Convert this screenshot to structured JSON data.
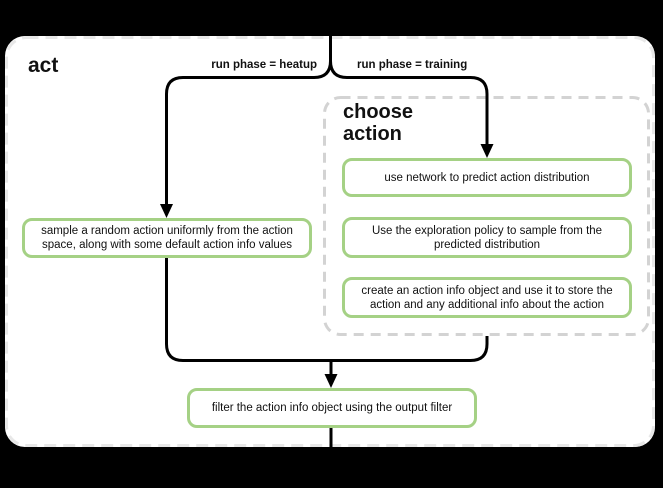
{
  "diagram": {
    "type": "flowchart",
    "title": "act",
    "subprocess": {
      "title": "choose action",
      "contains": [
        "predict",
        "explore",
        "create_info"
      ]
    },
    "branches": [
      {
        "id": "heatup",
        "label": "run phase = heatup",
        "target": "sample"
      },
      {
        "id": "training",
        "label": "run phase = training",
        "target": "predict"
      }
    ],
    "nodes": {
      "sample": {
        "label": "sample a random action uniformly from the action space, along with some default action info values"
      },
      "predict": {
        "label": "use network to predict action distribution"
      },
      "explore": {
        "label": "Use the exploration policy to sample from the predicted distribution"
      },
      "create_info": {
        "label": "create an action info object and use it to store the action and any additional info about the action"
      },
      "filter": {
        "label": "filter the action info object using the output filter"
      }
    },
    "edges": [
      {
        "from": "entry",
        "to": "branch-point",
        "label": ""
      },
      {
        "from": "branch-point",
        "to": "sample",
        "label": "run phase = heatup"
      },
      {
        "from": "branch-point",
        "to": "predict",
        "label": "run phase = training"
      },
      {
        "from": "sample",
        "to": "filter",
        "label": ""
      },
      {
        "from": "choose action",
        "to": "filter",
        "label": ""
      },
      {
        "from": "filter",
        "to": "exit",
        "label": ""
      }
    ],
    "colors": {
      "page_bg": "#000000",
      "container_bg": "#ffffff",
      "container_dash": "#e8e8e8",
      "subprocess_dash": "#d3d3d3",
      "node_border": "#a5d185",
      "flow_line": "#000000",
      "text": "#111111"
    }
  }
}
